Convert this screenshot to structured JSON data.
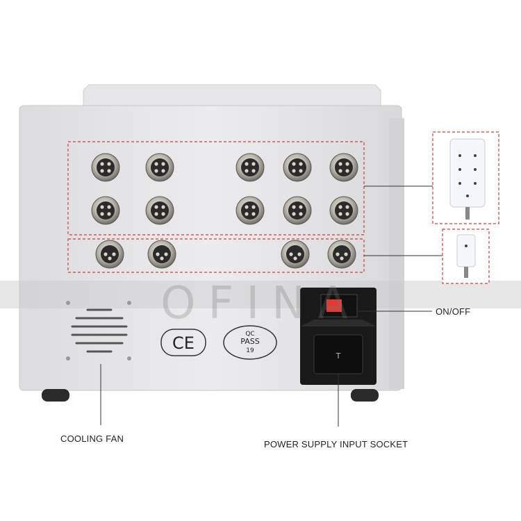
{
  "watermark": "OFINA",
  "labels": {
    "on_off": "ON/OFF",
    "cooling_fan": "COOLING FAN",
    "power_socket": "POWER SUPPLY INPUT SOCKET"
  },
  "marks": {
    "ce": "CE",
    "qc_line1": "QC",
    "qc_line2": "PASS",
    "qc_line3": "19",
    "fuse_text": "T"
  },
  "colors": {
    "housing": "#e8e8ea",
    "band": "#c9c9cb",
    "callout": "#d63a3a",
    "switch": "#e23b35"
  },
  "icons": {
    "connector": "round-4-pin-aviation-connector-icon",
    "connector_small": "round-3-pin-aviation-connector-icon",
    "fan": "vent-grille-icon",
    "switch": "rocker-switch-icon",
    "socket": "iec-power-socket-icon"
  }
}
